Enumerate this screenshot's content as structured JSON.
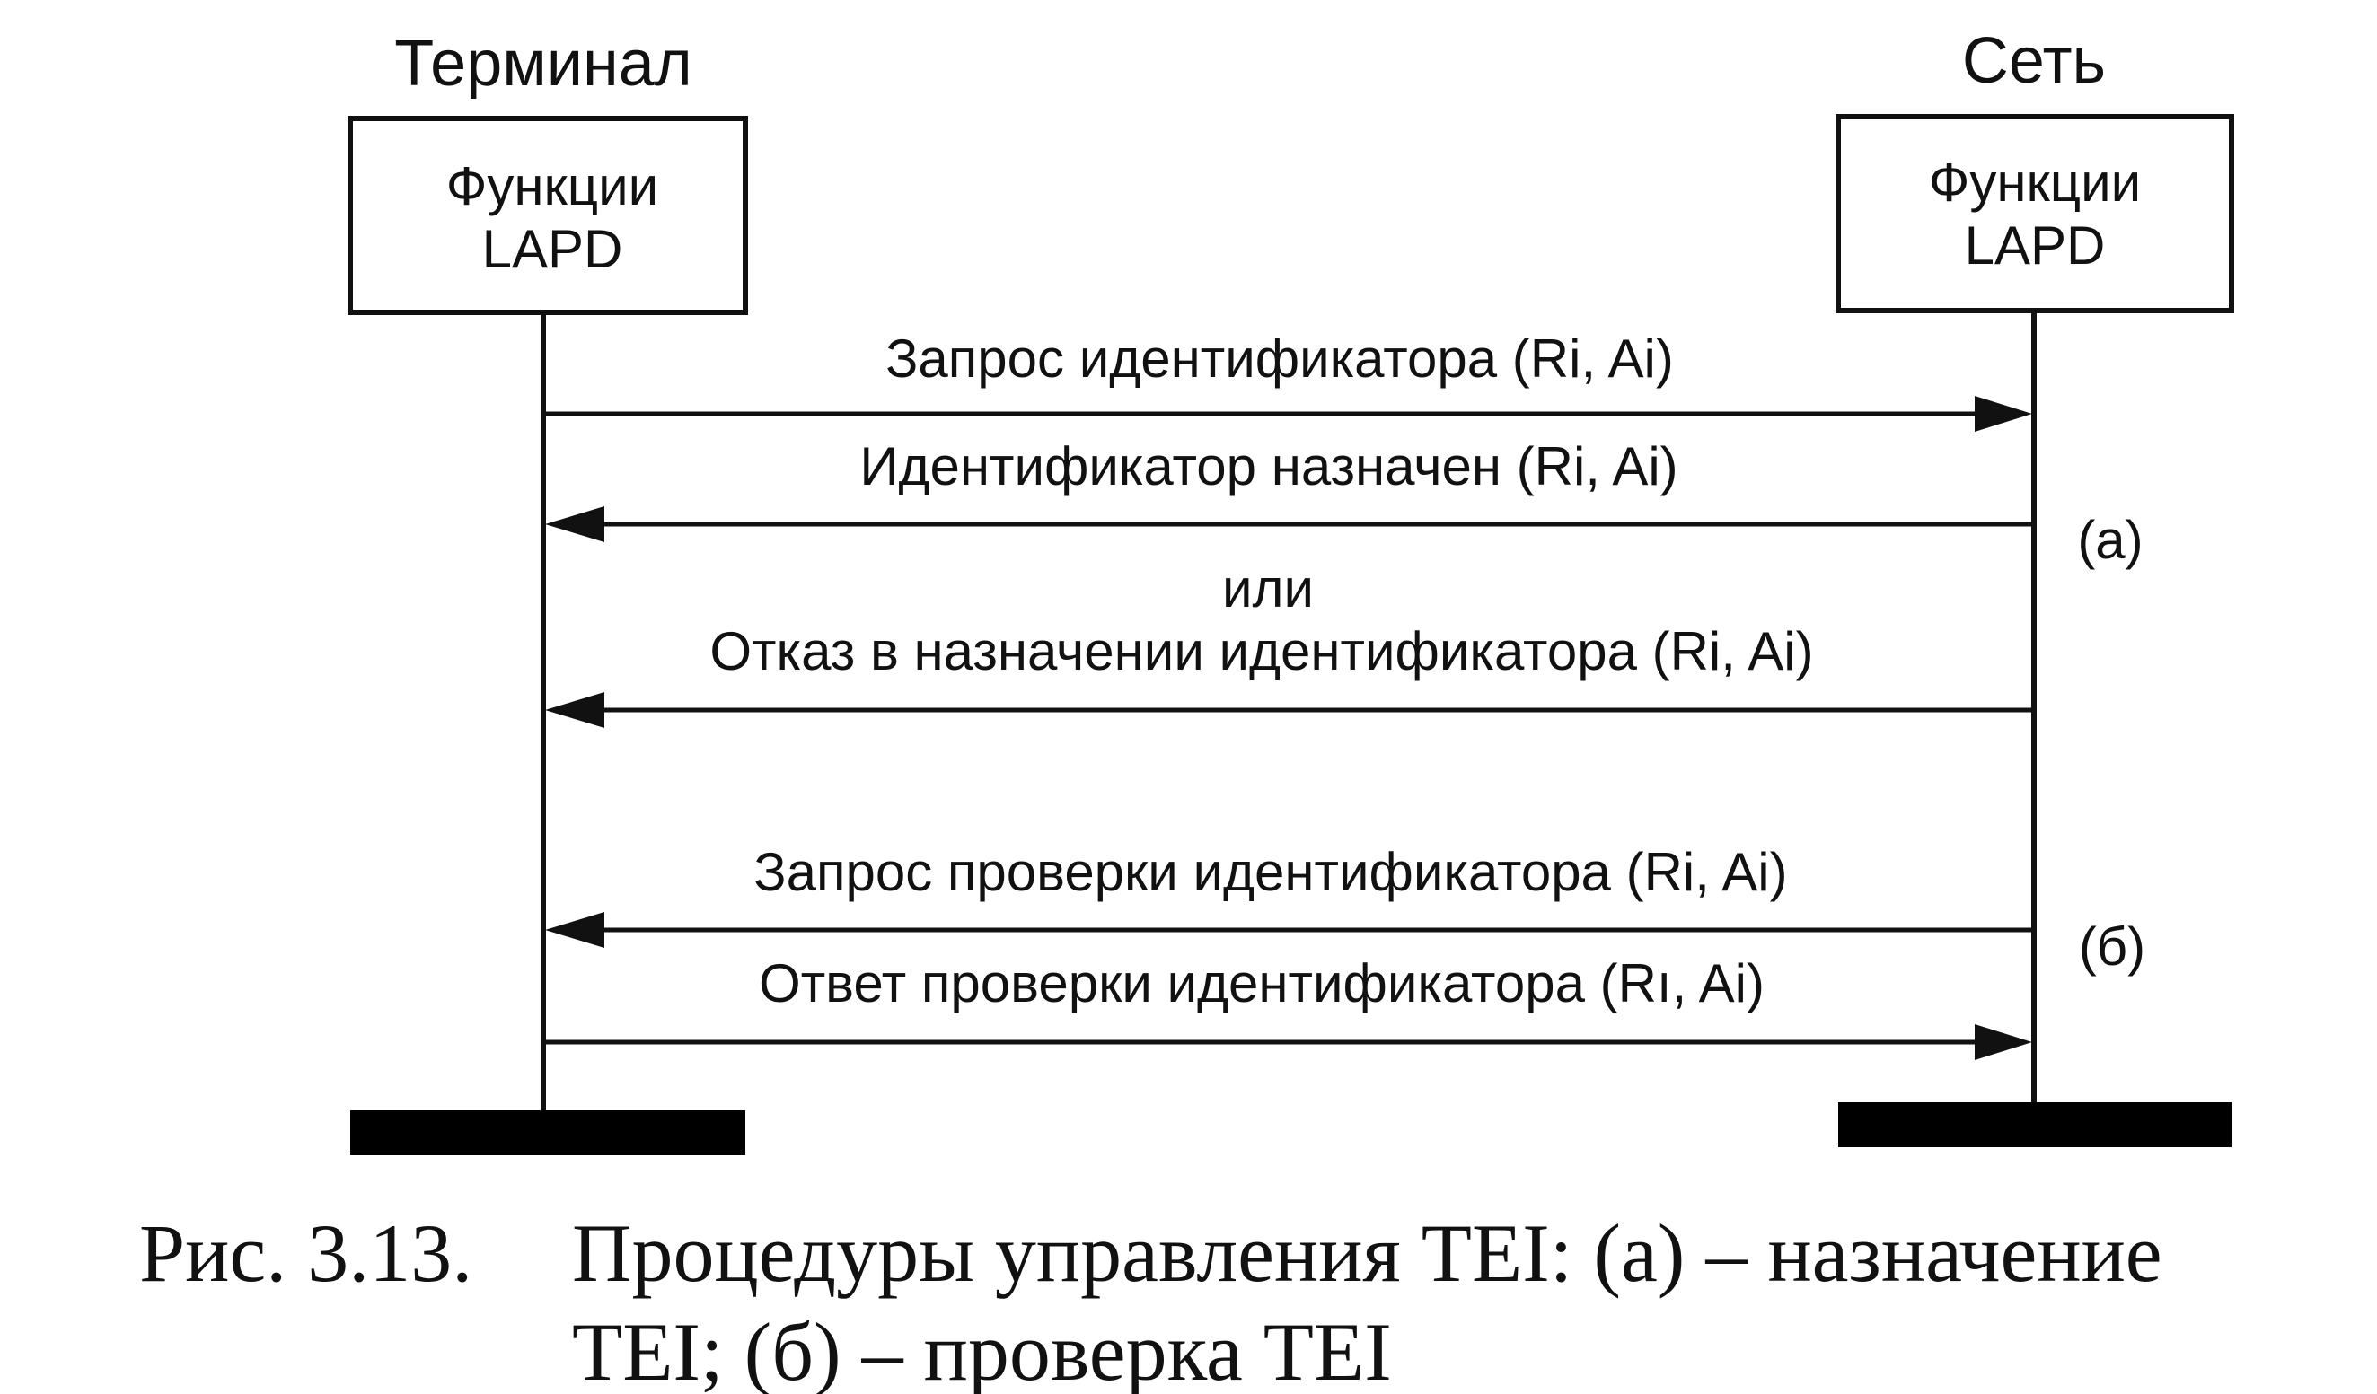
{
  "participants": {
    "terminal": {
      "title": "Терминал",
      "box_line1": "Функции",
      "box_line2": "LAPD"
    },
    "network": {
      "title": "Сеть",
      "box_line1": "Функции",
      "box_line2": "LAPD"
    }
  },
  "messages": [
    {
      "label": "Запрос идентификатора (Ri, Ai)",
      "direction": "to-network"
    },
    {
      "label": "Идентификатор назначен (Ri, Ai)",
      "direction": "to-terminal"
    },
    {
      "label": "Отказ в назначении идентификатора (Ri, Ai)",
      "direction": "to-terminal"
    },
    {
      "label": "Запрос проверки идентификатора (Ri, Ai)",
      "direction": "to-terminal"
    },
    {
      "label": "Ответ проверки идентификатора (Rı, Ai)",
      "direction": "to-network"
    }
  ],
  "alternative_word": "или",
  "group_labels": {
    "a": "(а)",
    "b": "(б)"
  },
  "caption": {
    "number": "Рис. 3.13.",
    "line1": "Процедуры управления TEI: (а) – назначение",
    "line2": "TEI; (б) – проверка TEI"
  }
}
